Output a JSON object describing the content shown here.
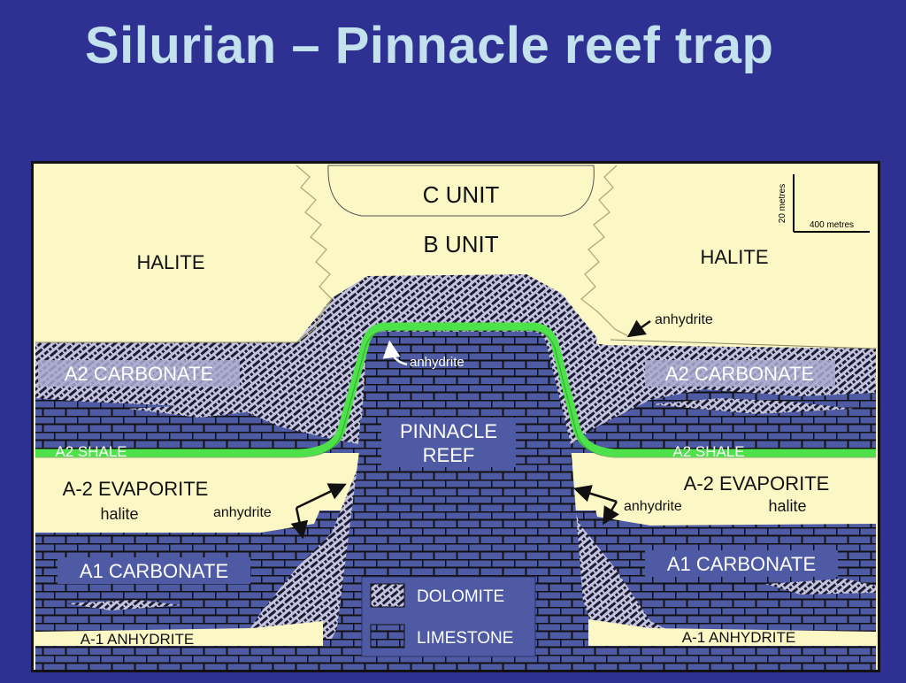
{
  "slide": {
    "title": "Silurian – Pinnacle reef trap"
  },
  "scale_bar": {
    "vertical": "20 metres",
    "horizontal": "400 metres"
  },
  "labels": {
    "c_unit": "C UNIT",
    "b_unit": "B UNIT",
    "halite_left": "HALITE",
    "halite_right": "HALITE",
    "anhydrite_upper_right": "anhydrite",
    "anhydrite_reef_top": "anhydrite",
    "a2_carbonate_left": "A2 CARBONATE",
    "a2_carbonate_right": "A2 CARBONATE",
    "pinnacle_reef_line1": "PINNACLE",
    "pinnacle_reef_line2": "REEF",
    "a2_shale_left": "A2 SHALE",
    "a2_shale_right": "A2 SHALE",
    "a2_evaporite_left": "A-2 EVAPORITE",
    "a2_evaporite_right": "A-2 EVAPORITE",
    "halite_lower_left": "halite",
    "halite_lower_right": "halite",
    "anhydrite_lower_left": "anhydrite",
    "anhydrite_lower_right": "anhydrite",
    "a1_carbonate_left": "A1 CARBONATE",
    "a1_carbonate_right": "A1 CARBONATE",
    "a1_anhydrite_left": "A-1 ANHYDRITE",
    "a1_anhydrite_right": "A-1 ANHYDRITE"
  },
  "legend": {
    "dolomite": "DOLOMITE",
    "limestone": "LIMESTONE"
  },
  "colors": {
    "background": "#2e3191",
    "title": "#c3e2ee",
    "evaporite": "#fbf8c6",
    "limestone_fill": "#4e5ba4",
    "dolomite_fill": "#c0c0dd",
    "shale": "#4ee24a"
  }
}
